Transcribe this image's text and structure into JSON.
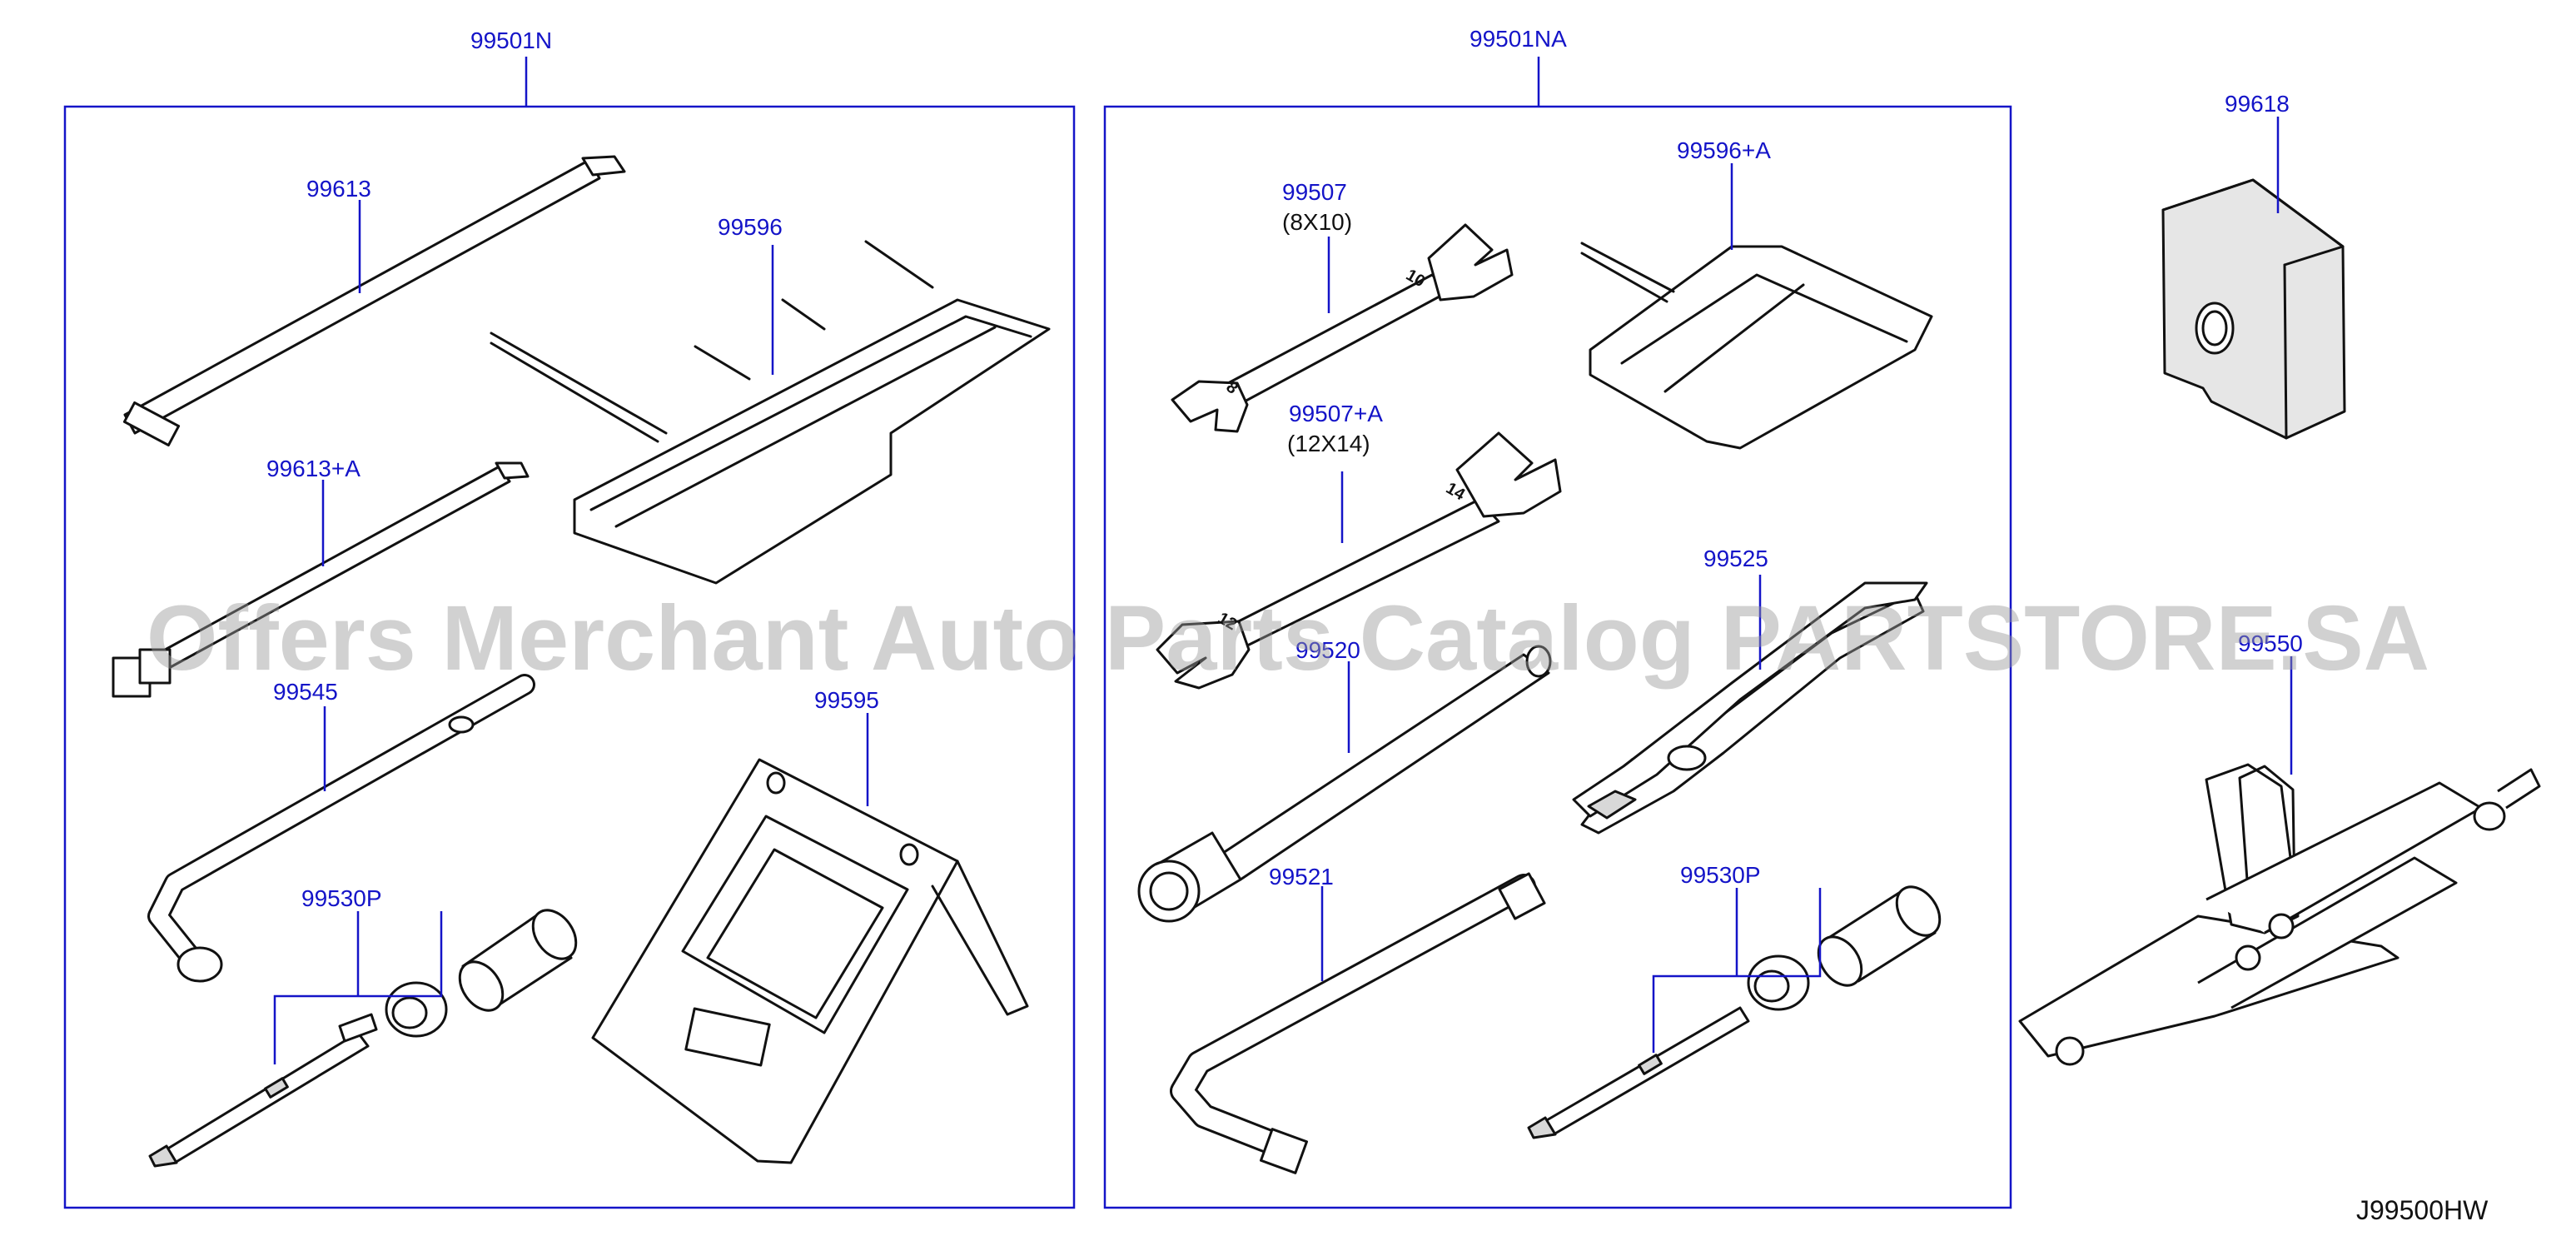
{
  "groups": {
    "left_kit": "99501N",
    "middle_kit": "99501NA"
  },
  "parts": {
    "p99613": "99613",
    "p99596": "99596",
    "p99613a": "99613+A",
    "p99545": "99545",
    "p99595": "99595",
    "p99530p_left": "99530P",
    "p99507": "99507",
    "p99507_size": "(8X10)",
    "p99596a": "99596+A",
    "p99507a": "99507+A",
    "p99507a_size": "(12X14)",
    "p99525": "99525",
    "p99520": "99520",
    "p99521": "99521",
    "p99530p_mid": "99530P",
    "p99618": "99618",
    "p99550": "99550"
  },
  "wrench_marks": {
    "w1a": "10",
    "w1b": "8",
    "w2a": "14",
    "w2b": "12"
  },
  "diagram_code": "J99500HW",
  "watermark": "Offers Merchant Auto Parts Catalog PARTSTORE.SA",
  "colors": {
    "label": "#1414c8",
    "outline": "#111111",
    "watermark": "#9a9a9a"
  }
}
